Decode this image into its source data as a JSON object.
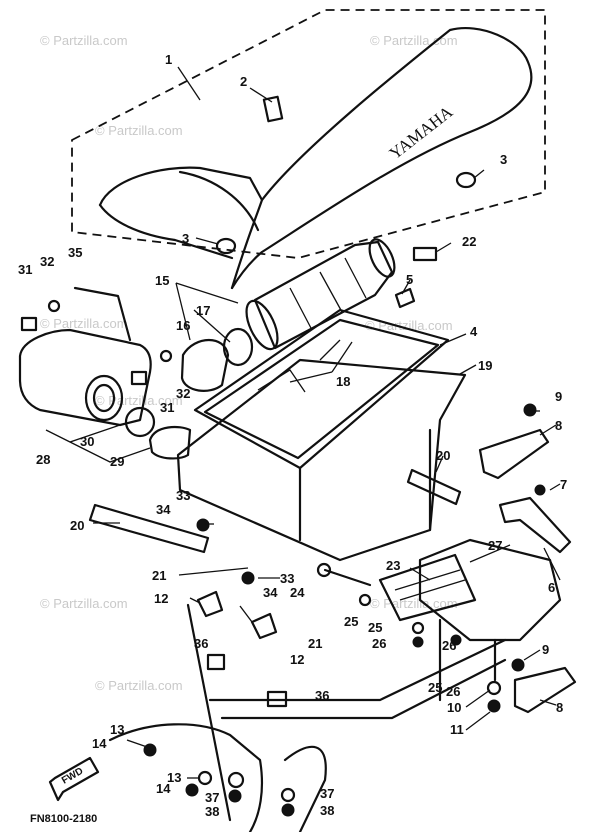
{
  "diagram": {
    "brand_text": "YAMAHA",
    "figure_code": "FN8100-2180",
    "fwd_label": "FWD",
    "watermarks": [
      "© Partzilla.com",
      "© Partzilla.com",
      "© Partzilla.com",
      "© Partzilla.com",
      "© Partzilla.com",
      "© Partzilla.com",
      "© Partzilla.com",
      "© Partzilla.com",
      "© Partzilla.com"
    ],
    "callouts": [
      "1",
      "2",
      "3",
      "3",
      "4",
      "5",
      "6",
      "7",
      "8",
      "8",
      "9",
      "9",
      "10",
      "11",
      "12",
      "12",
      "13",
      "13",
      "14",
      "14",
      "15",
      "16",
      "17",
      "18",
      "19",
      "20",
      "20",
      "21",
      "21",
      "22",
      "23",
      "24",
      "25",
      "25",
      "25",
      "26",
      "26",
      "26",
      "27",
      "28",
      "29",
      "30",
      "31",
      "31",
      "32",
      "32",
      "33",
      "33",
      "34",
      "34",
      "35",
      "36",
      "36",
      "37",
      "37",
      "38",
      "38"
    ]
  }
}
